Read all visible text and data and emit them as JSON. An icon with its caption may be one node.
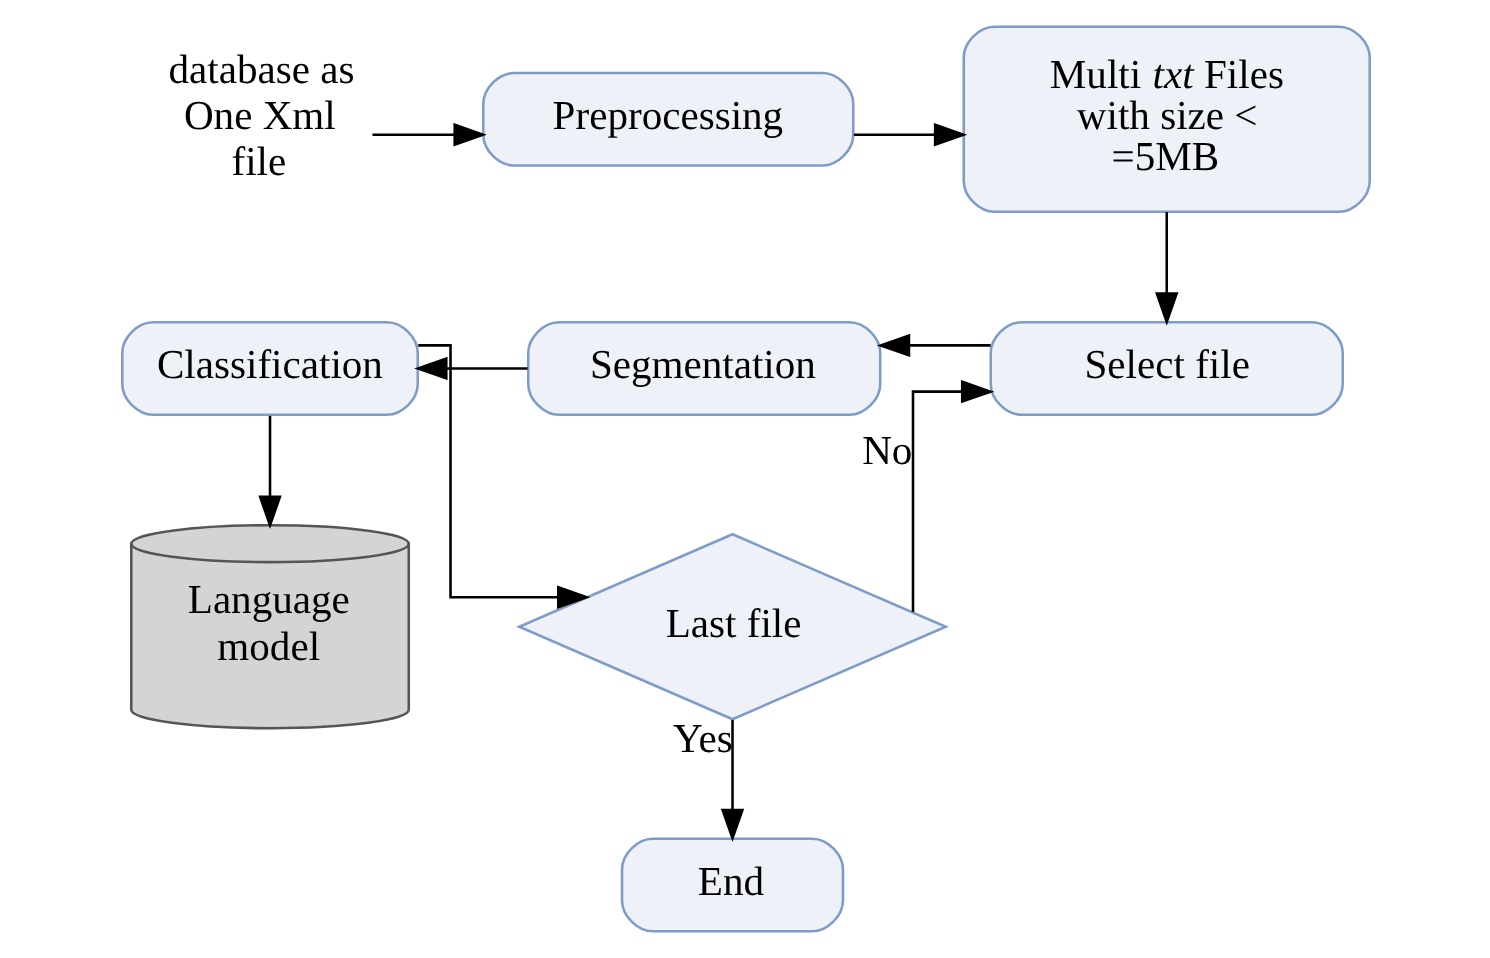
{
  "diagram": {
    "nodes": [
      {
        "text": [
          "database as One Xml file"
        ]
      },
      {
        "text": [
          "Preprocessing"
        ]
      },
      {
        "text": [
          "Multi *txt* Files with size < =5MB"
        ]
      },
      {
        "text": [
          "Select file"
        ]
      },
      {
        "text": [
          "Segmentation"
        ]
      },
      {
        "text": [
          "Classification"
        ]
      },
      {
        "text": [
          "Language model"
        ]
      },
      {
        "text": [
          "Last file"
        ]
      },
      {
        "text": [
          "End"
        ]
      }
    ],
    "edges": [
      {
        "from": 0,
        "to": 1,
        "arrow": "to"
      },
      {
        "from": 1,
        "to": 2,
        "arrow": "to"
      },
      {
        "from": 2,
        "to": 3,
        "arrow": "to"
      },
      {
        "from": 3,
        "to": 4,
        "arrow": "to"
      },
      {
        "from": 4,
        "to": 5,
        "arrow": "to"
      },
      {
        "from": 5,
        "to": 6,
        "arrow": "to"
      },
      {
        "from": 5,
        "to": 7,
        "arrow": "to"
      },
      {
        "from": 7,
        "to": 3,
        "label": "No",
        "arrow": "to"
      },
      {
        "from": 7,
        "to": 8,
        "label": "Yes",
        "arrow": "to"
      }
    ]
  }
}
